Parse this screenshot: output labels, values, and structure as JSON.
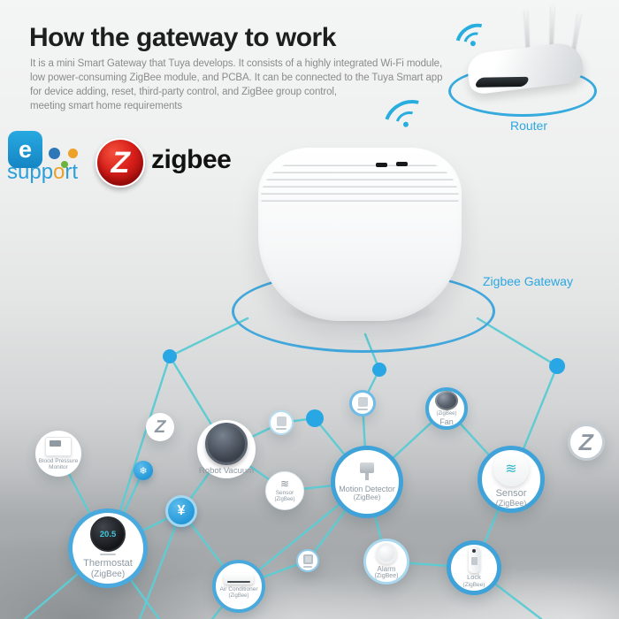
{
  "header": {
    "title": "How the gateway to work",
    "description_lines": [
      "It is a mini Smart Gateway that Tuya develops. It consists of a highly integrated Wi-Fi module,",
      "low power-consuming ZigBee module, and PCBA. It can be connected to the Tuya Smart app",
      "for device adding, reset, third-party control, and ZigBee group control,",
      "meeting smart home requirements"
    ]
  },
  "logos": {
    "ewelink_letter": "e",
    "ewelink_word_prefix": "supp",
    "ewelink_word_o": "o",
    "ewelink_word_suffix": "rt",
    "zigbee_letter": "Z",
    "zigbee_wordmark": "zigbee"
  },
  "router": {
    "label": "Router"
  },
  "gateway": {
    "label": "Zigbee Gateway"
  },
  "devices": {
    "blood_pressure_line1": "Blood Pressure",
    "blood_pressure_line2": "Monitor",
    "thermostat_label": "Thermostat",
    "thermostat_sub": "(ZigBee)",
    "thermostat_reading": "20.5",
    "robot_vacuum_label": "Robot Vacuum",
    "sensor_small_label": "Sensor",
    "sensor_small_sub": "(ZigBee)",
    "motion_label": "Motion Detector",
    "motion_sub": "(ZigBee)",
    "fan_label": "Fan",
    "fan_sub": "(ZigBee)",
    "sensor_label": "Sensor",
    "sensor_sub": "(ZigBee)",
    "ac_label": "Air Conditioner",
    "ac_sub": "(ZigBee)",
    "alarm_label": "Alarm",
    "alarm_sub": "(ZigBee)",
    "lock_label": "Lock",
    "lock_sub": "(ZigBee)",
    "yen_glyph": "¥",
    "snow_glyph": "❄",
    "zigbee_z": "Z"
  },
  "colors": {
    "accent_blue": "#2ba7e0",
    "line_teal": "#5fccd4",
    "dot_blue": "#29a6e4",
    "zigbee_red": "#c41218"
  }
}
